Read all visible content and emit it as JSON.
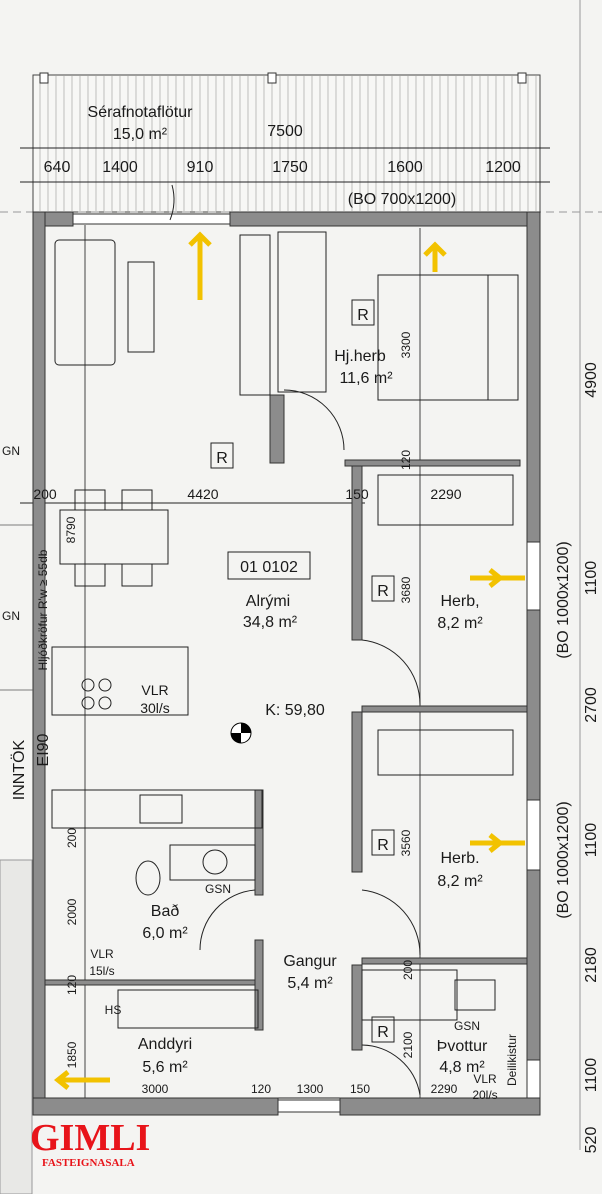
{
  "plan": {
    "terrace": {
      "label": "Sérafnotaflötur",
      "area": "15,0 m²"
    },
    "top_dims": {
      "total": "7500",
      "segments": [
        "640",
        "1400",
        "910",
        "1750",
        "1600",
        "1200"
      ],
      "window": "(BO 700x1200)"
    },
    "right_dims": {
      "d1": "4900",
      "d2": "1100",
      "d3": "2700",
      "d4": "1100",
      "d5": "2180",
      "d6": "1100",
      "d7": "520",
      "window1": "(BO 1000x1200)",
      "window2": "(BO 1000x1200)"
    },
    "rooms": {
      "master": {
        "name": "Hj.herb",
        "area": "11,6 m²",
        "dim": "3300"
      },
      "living": {
        "id": "01 0102",
        "name": "Alrými",
        "area": "34,8 m²"
      },
      "bed1": {
        "name": "Herb,",
        "area": "8,2 m²",
        "dim": "3680"
      },
      "bed2": {
        "name": "Herb.",
        "area": "8,2 m²",
        "dim": "3560"
      },
      "bath": {
        "name": "Bað",
        "area": "6,0 m²",
        "fixture": "GSN",
        "dim": "2000"
      },
      "hall": {
        "name": "Gangur",
        "area": "5,4 m²"
      },
      "laundry": {
        "name": "Þvottur",
        "area": "4,8 m²",
        "fixture": "GSN",
        "dim1": "200",
        "dim2": "2100"
      },
      "entry": {
        "name": "Anddyri",
        "area": "5,6 m²",
        "wardrobe": "HS",
        "dim1": "120",
        "dim2": "1850"
      }
    },
    "labels": {
      "r": "R",
      "dim_200": "200",
      "dim_4420": "4420",
      "dim_150": "150",
      "dim_2290": "2290",
      "dim_120": "120",
      "dim_8790": "8790",
      "vlr_kitchen": "VLR",
      "vlr_kitchen_rate": "30l/s",
      "vlr_bath": "VLR",
      "vlr_bath_rate": "15l/s",
      "vlr_laundry": "VLR",
      "vlr_laundry_rate": "20l/s",
      "level": "K: 59,80",
      "bath_dim_200": "200",
      "bottom": [
        "3000",
        "120",
        "1300",
        "150",
        "2290"
      ],
      "deilikistur": "Deilikistur",
      "gn1": "GN",
      "gn2": "GN",
      "inntok": "INNTÖK",
      "e190": "EI90",
      "sound": "Hljóðkröfur R'w ≥ 55db"
    }
  },
  "logo": {
    "name": "GIMLI",
    "sub": "FASTEIGNASALA",
    "color": "#e8141a"
  },
  "colors": {
    "wall": "#8c8c8c",
    "arrow": "#f2c200"
  }
}
